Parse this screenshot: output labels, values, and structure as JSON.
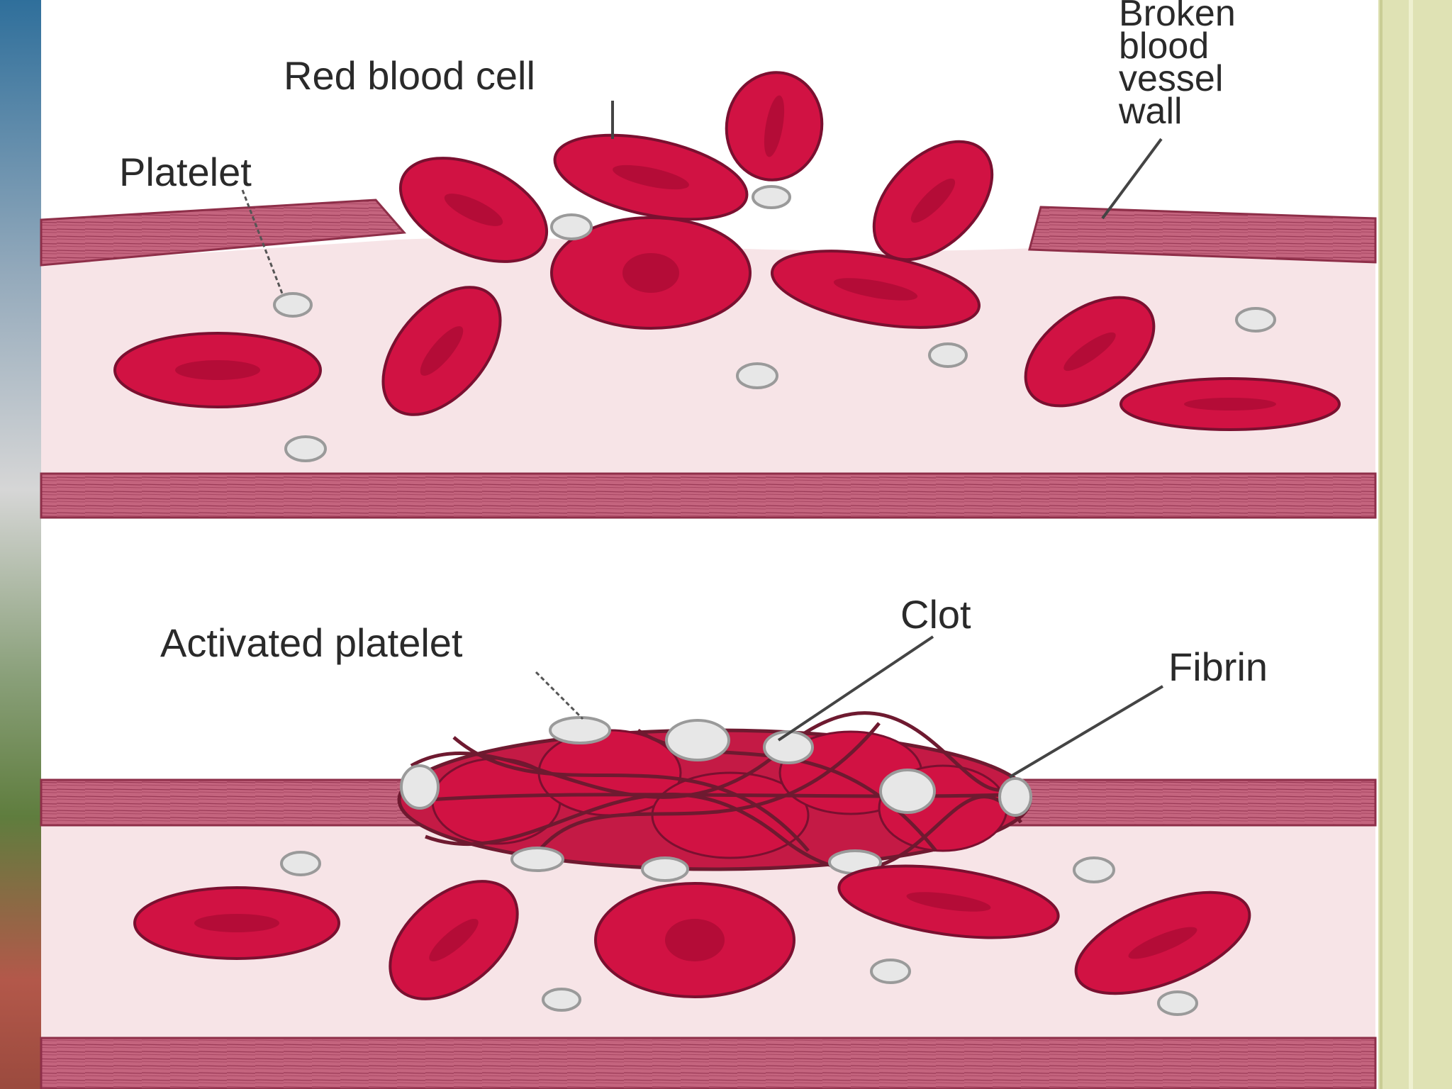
{
  "top_panel": {
    "labels": {
      "red_blood_cell": "Red blood cell",
      "platelet": "Platelet",
      "broken_wall": [
        "Broken",
        "blood",
        "vessel",
        "wall"
      ]
    }
  },
  "bottom_panel": {
    "labels": {
      "activated_platelet": "Activated platelet",
      "clot": "Clot",
      "fibrin": "Fibrin"
    }
  },
  "colors": {
    "vessel_wall": "#c4647e",
    "vessel_wall_dark": "#8e2f49",
    "plasma": "#f7e4e7",
    "red_cell": "#d11243",
    "red_cell_center": "#b40c37",
    "red_cell_outline": "#7a1030",
    "platelet": "#e7e7e7",
    "platelet_outline": "#9a9a9a",
    "label_text": "#2a2a2a",
    "frame_right": "#dfe2b4",
    "photo_strip": "#5a7f97"
  }
}
